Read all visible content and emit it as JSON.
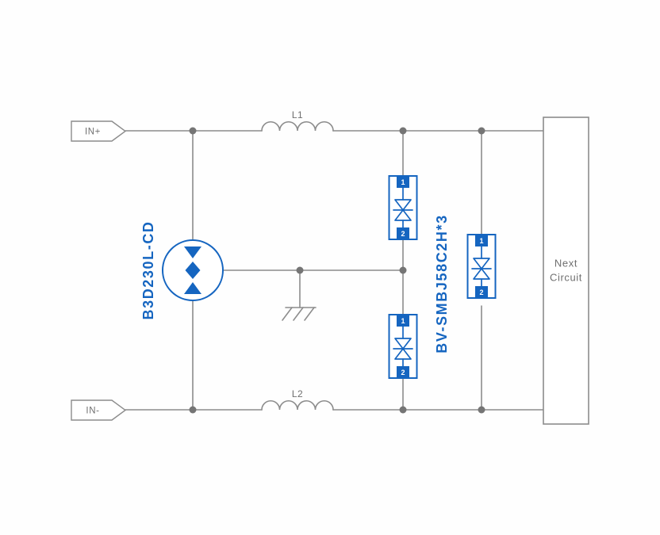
{
  "schematic": {
    "terminals": {
      "in_plus": "IN+",
      "in_minus": "IN-"
    },
    "inductors": {
      "l1": "L1",
      "l2": "L2"
    },
    "components": {
      "gdt_label": "B3D230L-CD",
      "tvs_label": "BV-SMBJ58C2H*3",
      "next_circuit": {
        "line1": "Next",
        "line2": "Circuit"
      }
    },
    "pins": {
      "p1": "1",
      "p2": "2"
    },
    "icons": {
      "ground": "chassis-ground",
      "junction": "filled-dot",
      "gdt_symbol": "gas-discharge-tube",
      "tvs_symbol": "bidirectional-tvs-diode"
    },
    "colors": {
      "wire": "#8c8c8c",
      "dot": "#757575",
      "component_blue": "#1565c0",
      "text_gray": "#6f6f6f",
      "background": "#fefefe"
    }
  }
}
